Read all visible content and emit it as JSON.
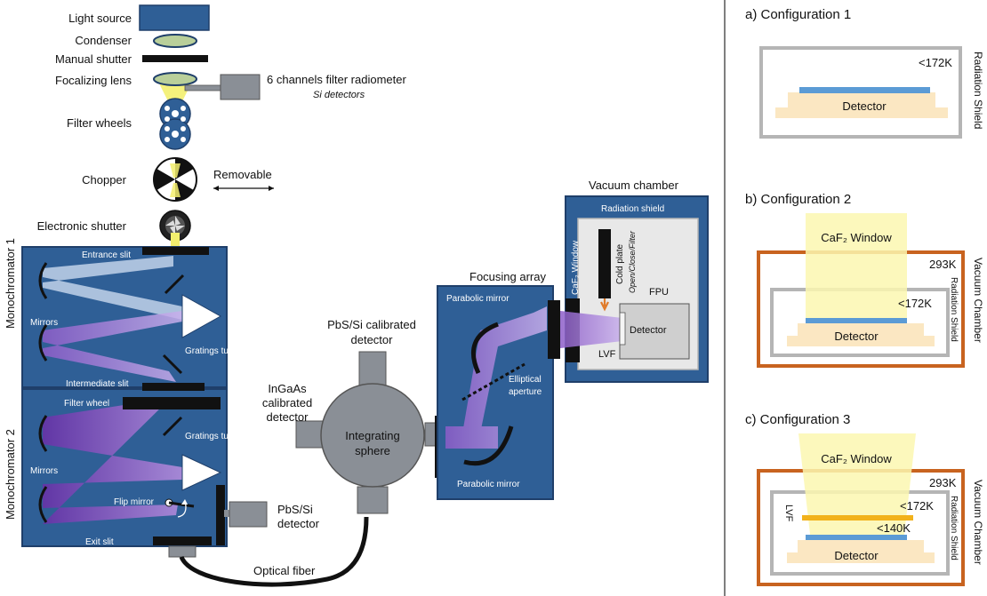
{
  "labels": {
    "light_source": "Light source",
    "condenser": "Condenser",
    "manual_shutter": "Manual shutter",
    "focalizing_lens": "Focalizing lens",
    "radiometer": "6 channels filter radiometer",
    "radiometer_sub": "Si detectors",
    "filter_wheels": "Filter wheels",
    "chopper": "Chopper",
    "removable": "Removable",
    "electronic_shutter": "Electronic shutter",
    "entrance_slit": "Entrance slit",
    "monochromator_1": "Monochromator 1",
    "mirrors_1": "Mirrors",
    "gratings_turret_1": "Gratings turret",
    "intermediate_slit": "Intermediate slit",
    "filter_wheel": "Filter wheel",
    "monochromator_2": "Monochromator 2",
    "mirrors_2": "Mirrors",
    "gratings_turret_2": "Gratings turret",
    "flip_mirror": "Flip mirror",
    "exit_slit": "Exit slit",
    "pbs_detector_1": "PbS/Si",
    "pbs_detector_2": "detector",
    "optical_fiber": "Optical fiber",
    "ingaas_1": "InGaAs",
    "ingaas_2": "calibrated",
    "ingaas_3": "detector",
    "pbs_cal_1": "PbS/Si calibrated",
    "pbs_cal_2": "detector",
    "sphere_1": "Integrating",
    "sphere_2": "sphere",
    "focusing_array": "Focusing array",
    "parabolic_mirror_top": "Parabolic mirror",
    "elliptical_1": "Elliptical",
    "elliptical_2": "aperture",
    "parabolic_mirror_bottom": "Parabolic mirror",
    "vacuum_chamber": "Vacuum chamber",
    "radiation_shield": "Radiation shield",
    "caf2_window": "CaF₂ Window",
    "cold_plate": "Cold plate",
    "cold_plate_sub": "Open/Close/Filter",
    "fpu": "FPU",
    "detector": "Detector",
    "lvf": "LVF"
  },
  "configs": [
    {
      "title": "a) Configuration 1",
      "temp_inner": "<172K",
      "side_label": "Radiation Shield",
      "detector": "Detector"
    },
    {
      "title": "b) Configuration 2",
      "window": "CaF₂ Window",
      "temp_outer": "293K",
      "temp_inner": "<172K",
      "side_outer": "Vacuum Chamber",
      "side_inner": "Radiation Shield",
      "detector": "Detector"
    },
    {
      "title": "c) Configuration 3",
      "window": "CaF₂ Window",
      "temp_outer": "293K",
      "temp_inner": "<172K",
      "temp_lvf": "<140K",
      "lvf": "LVF",
      "side_outer": "Vacuum Chamber",
      "side_inner": "Radiation Shield",
      "detector": "Detector"
    }
  ],
  "colors": {
    "panel_blue": "#2f5f96",
    "panel_dark": "#1f3f6a",
    "beam_purple": "#7b3fb5",
    "beam_light": "#c9d6ee",
    "beam_yellow": "#f3ef6e",
    "sphere_gray": "#8a8f96",
    "shield_gray": "#b5b5b5",
    "chamber_orange": "#c8631f",
    "detector_fill": "#fbe7c2",
    "detector_strip": "#5b9bd5",
    "lvf_strip": "#f2b21b",
    "window_yellow": "#fbf7b0"
  }
}
